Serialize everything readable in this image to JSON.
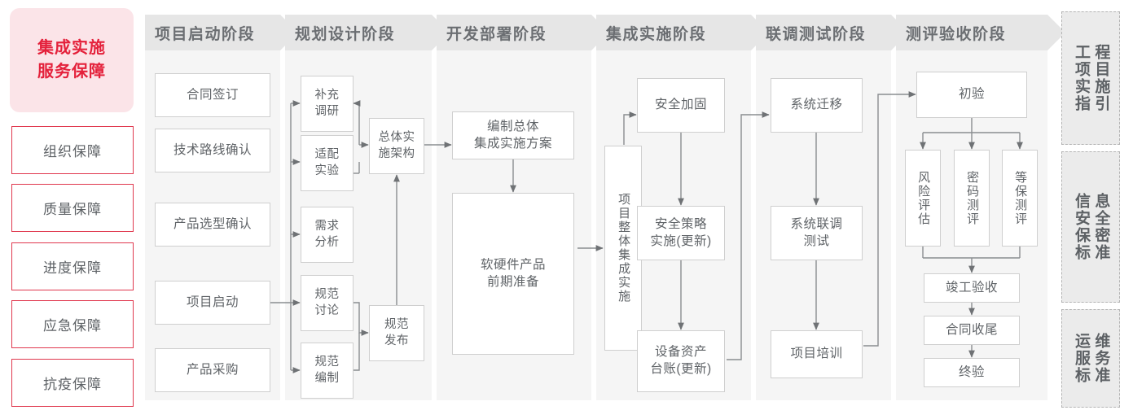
{
  "left_rail": {
    "title": "集成实施\n服务保障",
    "title_line1": "集成实施",
    "title_line2": "服务保障",
    "items": [
      {
        "label": "组织保障"
      },
      {
        "label": "质量保障"
      },
      {
        "label": "进度保障"
      },
      {
        "label": "应急保障"
      },
      {
        "label": "抗疫保障"
      }
    ]
  },
  "phases": [
    {
      "id": "initiation",
      "header": "项目启动阶段",
      "nodes": [
        {
          "label": "合同签订"
        },
        {
          "label": "技术路线确认"
        },
        {
          "label": "产品选型确认"
        },
        {
          "label": "项目启动"
        },
        {
          "label": "产品采购"
        }
      ]
    },
    {
      "id": "planning",
      "header": "规划设计阶段",
      "nodes": [
        {
          "label": "补充\n调研",
          "l1": "补充",
          "l2": "调研"
        },
        {
          "label": "适配\n实验",
          "l1": "适配",
          "l2": "实验"
        },
        {
          "label": "需求\n分析",
          "l1": "需求",
          "l2": "分析"
        },
        {
          "label": "规范\n讨论",
          "l1": "规范",
          "l2": "讨论"
        },
        {
          "label": "规范\n编制",
          "l1": "规范",
          "l2": "编制"
        },
        {
          "label": "总体实\n施架构",
          "l1": "总体实",
          "l2": "施架构"
        },
        {
          "label": "规范\n发布",
          "l1": "规范",
          "l2": "发布"
        }
      ]
    },
    {
      "id": "development",
      "header": "开发部署阶段",
      "nodes": [
        {
          "label": "编制总体\n集成实施方案",
          "l1": "编制总体",
          "l2": "集成实施方案"
        },
        {
          "label": "软硬件产品\n前期准备",
          "l1": "软硬件产品",
          "l2": "前期准备"
        }
      ]
    },
    {
      "id": "integration",
      "header": "集成实施阶段",
      "nodes": [
        {
          "label": "项目整体集成实施"
        },
        {
          "label": "安全加固"
        },
        {
          "label": "安全策略\n实施(更新)",
          "l1": "安全策略",
          "l2": "实施(更新)"
        },
        {
          "label": "设备资产\n台账(更新)",
          "l1": "设备资产",
          "l2": "台账(更新)"
        }
      ]
    },
    {
      "id": "joint-test",
      "header": "联调测试阶段",
      "nodes": [
        {
          "label": "系统迁移"
        },
        {
          "label": "系统联调\n测试",
          "l1": "系统联调",
          "l2": "测试"
        },
        {
          "label": "项目培训"
        }
      ]
    },
    {
      "id": "acceptance",
      "header": "测评验收阶段",
      "nodes": [
        {
          "label": "初验"
        },
        {
          "label": "风险评估"
        },
        {
          "label": "密码测评"
        },
        {
          "label": "等保测评"
        },
        {
          "label": "竣工验收"
        },
        {
          "label": "合同收尾"
        },
        {
          "label": "终验"
        }
      ]
    }
  ],
  "standards": [
    {
      "right_col": "程目施引",
      "left_col": "工项实指",
      "full": "工程项目实施指引"
    },
    {
      "right_col": "息全密准",
      "left_col": "信安保标",
      "full": "信息安全保密标准"
    },
    {
      "right_col": "维务准",
      "left_col": "运服标",
      "full": "运维服务标准"
    }
  ],
  "colors": {
    "accent_red": "#e4213b",
    "accent_border": "#e0384e",
    "pink_bg": "#fbe4e8",
    "header_grey": "#e6e6e6",
    "body_grey": "#f5f5f5",
    "node_border": "#cfcfcf",
    "text_grey": "#5f6367",
    "link_grey": "#8a8d90"
  }
}
